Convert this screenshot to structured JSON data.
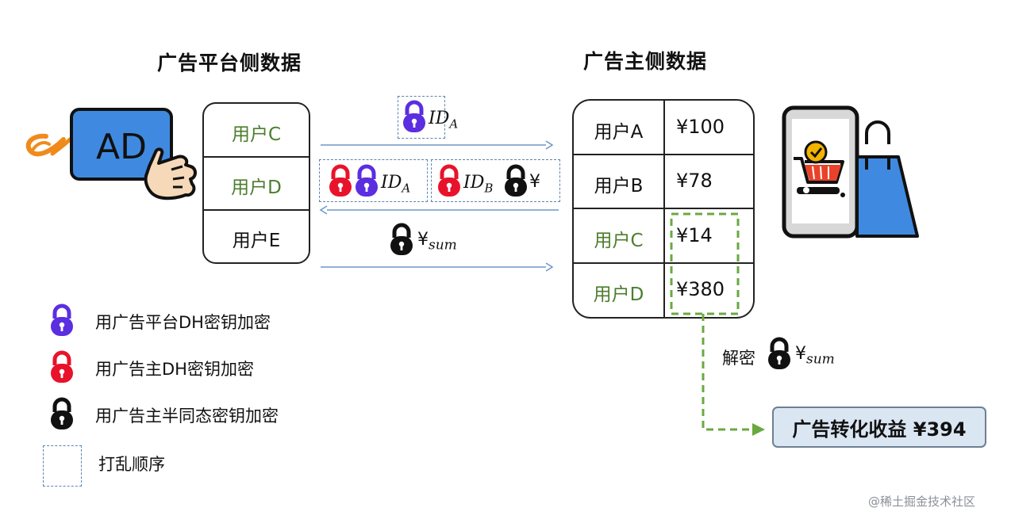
{
  "platform": {
    "title": "广告平台侧数据",
    "ad_label": "AD",
    "users": [
      "用户C",
      "用户D",
      "用户E"
    ]
  },
  "advertiser": {
    "title": "广告主侧数据",
    "rows": [
      {
        "user": "用户A",
        "amount": "¥100"
      },
      {
        "user": "用户B",
        "amount": "¥78"
      },
      {
        "user": "用户C",
        "amount": "¥14"
      },
      {
        "user": "用户D",
        "amount": "¥380"
      }
    ]
  },
  "flow": {
    "id_a": "ID",
    "id_a_sub": "A",
    "id_b": "ID",
    "id_b_sub": "B",
    "yen": "¥",
    "sum_sub": "sum"
  },
  "decrypt": {
    "label": "解密",
    "yen": "¥",
    "sum_sub": "sum"
  },
  "result": "广告转化收益 ¥394",
  "legend": [
    {
      "icon": "lock-purple-icon",
      "color": "#5b2ee0",
      "text": "用广告平台DH密钥加密"
    },
    {
      "icon": "lock-red-icon",
      "color": "#e8132a",
      "text": "用广告主DH密钥加密"
    },
    {
      "icon": "lock-black-icon",
      "color": "#111111",
      "text": "用广告主半同态密钥加密"
    },
    {
      "icon": "dashed-box-icon",
      "color": "#5b84b1",
      "text": "打乱顺序"
    }
  ],
  "watermark": "@稀土掘金技术社区",
  "colors": {
    "purple": "#5b2ee0",
    "red": "#e8132a",
    "black": "#111111",
    "green_dash": "#6aa842",
    "arrow_blue": "#6f96c8",
    "ad_blue": "#3f8ae0"
  }
}
